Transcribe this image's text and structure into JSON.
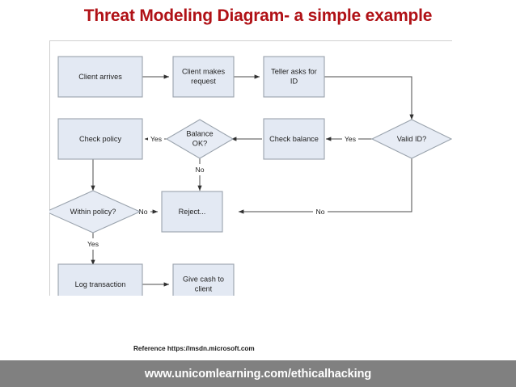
{
  "slide": {
    "title": "Threat Modeling Diagram- a simple example",
    "title_color": "#b01116",
    "background_color": "#ffffff"
  },
  "diagram": {
    "kind": "flowchart",
    "frame_border_color": "#cfcfcf",
    "node_fill_color": "#e3e9f3",
    "node_stroke_color": "#9aa3ad",
    "edge_color": "#4b4b4b",
    "nodes": [
      {
        "id": "client-arrives",
        "shape": "rect",
        "label": "Client arrives"
      },
      {
        "id": "client-request",
        "shape": "rect",
        "label": "Client makes request"
      },
      {
        "id": "teller-asks-id",
        "shape": "rect",
        "label": "Teller asks for ID"
      },
      {
        "id": "valid-id",
        "shape": "diamond",
        "label": "Valid ID?"
      },
      {
        "id": "check-balance",
        "shape": "rect",
        "label": "Check balance"
      },
      {
        "id": "balance-ok",
        "shape": "diamond",
        "label": "Balance OK?"
      },
      {
        "id": "check-policy",
        "shape": "rect",
        "label": "Check policy"
      },
      {
        "id": "within-policy",
        "shape": "diamond",
        "label": "Within policy?"
      },
      {
        "id": "reject",
        "shape": "rect",
        "label": "Reject..."
      },
      {
        "id": "log-transaction",
        "shape": "rect",
        "label": "Log transaction"
      },
      {
        "id": "give-cash",
        "shape": "rect",
        "label": "Give cash to client"
      }
    ],
    "node_text_lines": {
      "client-arrives": [
        "Client arrives"
      ],
      "client-request": [
        "Client makes",
        "request"
      ],
      "teller-asks-id": [
        "Teller asks for",
        "ID"
      ],
      "valid-id": [
        "Valid ID?"
      ],
      "check-balance": [
        "Check balance"
      ],
      "balance-ok": [
        "Balance",
        "OK?"
      ],
      "check-policy": [
        "Check policy"
      ],
      "within-policy": [
        "Within policy?"
      ],
      "reject": [
        "Reject..."
      ],
      "log-transaction": [
        "Log transaction"
      ],
      "give-cash": [
        "Give cash to",
        "client"
      ]
    },
    "edges": [
      {
        "from": "client-arrives",
        "to": "client-request",
        "label": ""
      },
      {
        "from": "client-request",
        "to": "teller-asks-id",
        "label": ""
      },
      {
        "from": "teller-asks-id",
        "to": "valid-id",
        "label": ""
      },
      {
        "from": "valid-id",
        "to": "check-balance",
        "label": "Yes"
      },
      {
        "from": "valid-id",
        "to": "reject",
        "label": "No"
      },
      {
        "from": "check-balance",
        "to": "balance-ok",
        "label": ""
      },
      {
        "from": "balance-ok",
        "to": "check-policy",
        "label": "Yes"
      },
      {
        "from": "balance-ok",
        "to": "reject",
        "label": "No"
      },
      {
        "from": "check-policy",
        "to": "within-policy",
        "label": ""
      },
      {
        "from": "within-policy",
        "to": "reject",
        "label": "No"
      },
      {
        "from": "within-policy",
        "to": "log-transaction",
        "label": "Yes"
      },
      {
        "from": "log-transaction",
        "to": "give-cash",
        "label": ""
      }
    ],
    "edge_labels": {
      "valid_id_yes": "Yes",
      "valid_id_no": "No",
      "balance_ok_yes": "Yes",
      "balance_ok_no": "No",
      "within_policy_no": "No",
      "within_policy_yes": "Yes"
    }
  },
  "reference": {
    "text": "Reference  https://msdn.microsoft.com"
  },
  "footer": {
    "url": "www.unicomlearning.com/ethicalhacking",
    "background_color": "#808080",
    "text_color": "#ffffff"
  }
}
